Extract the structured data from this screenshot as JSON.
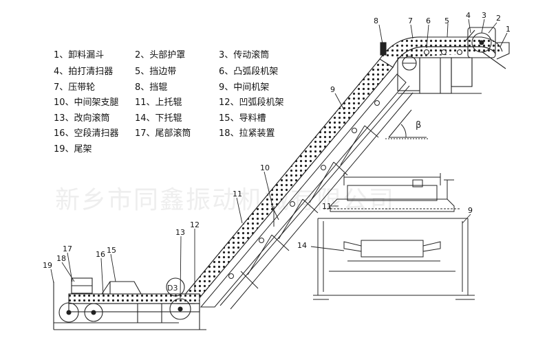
{
  "legend": [
    {
      "text": "1、卸料漏斗"
    },
    {
      "text": "2、头部护罩"
    },
    {
      "text": "3、传动滚筒"
    },
    {
      "text": "4、拍打清扫器"
    },
    {
      "text": "5、挡边带"
    },
    {
      "text": "6、凸弧段机架"
    },
    {
      "text": "7、压带轮"
    },
    {
      "text": "8、挡辊"
    },
    {
      "text": "9、中间机架"
    },
    {
      "text": "10、中间架支腿"
    },
    {
      "text": "11、上托辊"
    },
    {
      "text": "12、凹弧段机架"
    },
    {
      "text": "13、改向滚筒"
    },
    {
      "text": "14、下托辊"
    },
    {
      "text": "15、导料槽"
    },
    {
      "text": "16、空段清扫器"
    },
    {
      "text": "17、尾部滚筒"
    },
    {
      "text": "18、拉紧装置"
    },
    {
      "text": "19、尾架"
    }
  ],
  "callouts": {
    "n1": "1",
    "n2": "2",
    "n3": "3",
    "n4": "4",
    "n5": "5",
    "n6": "6",
    "n7": "7",
    "n8": "8",
    "n9_main": "9",
    "n9_section": "9",
    "n10": "10",
    "n11_main": "11",
    "n11_section": "11",
    "n12": "12",
    "n13": "13",
    "n14": "14",
    "n15": "15",
    "n16": "16",
    "n17": "17",
    "n18": "18",
    "n19": "19"
  },
  "drum_label": "D3",
  "angle_label": "β",
  "watermark": "新乡市同鑫振动机械有限公司",
  "colors": {
    "line": "#222222",
    "watermark": "#999999"
  }
}
